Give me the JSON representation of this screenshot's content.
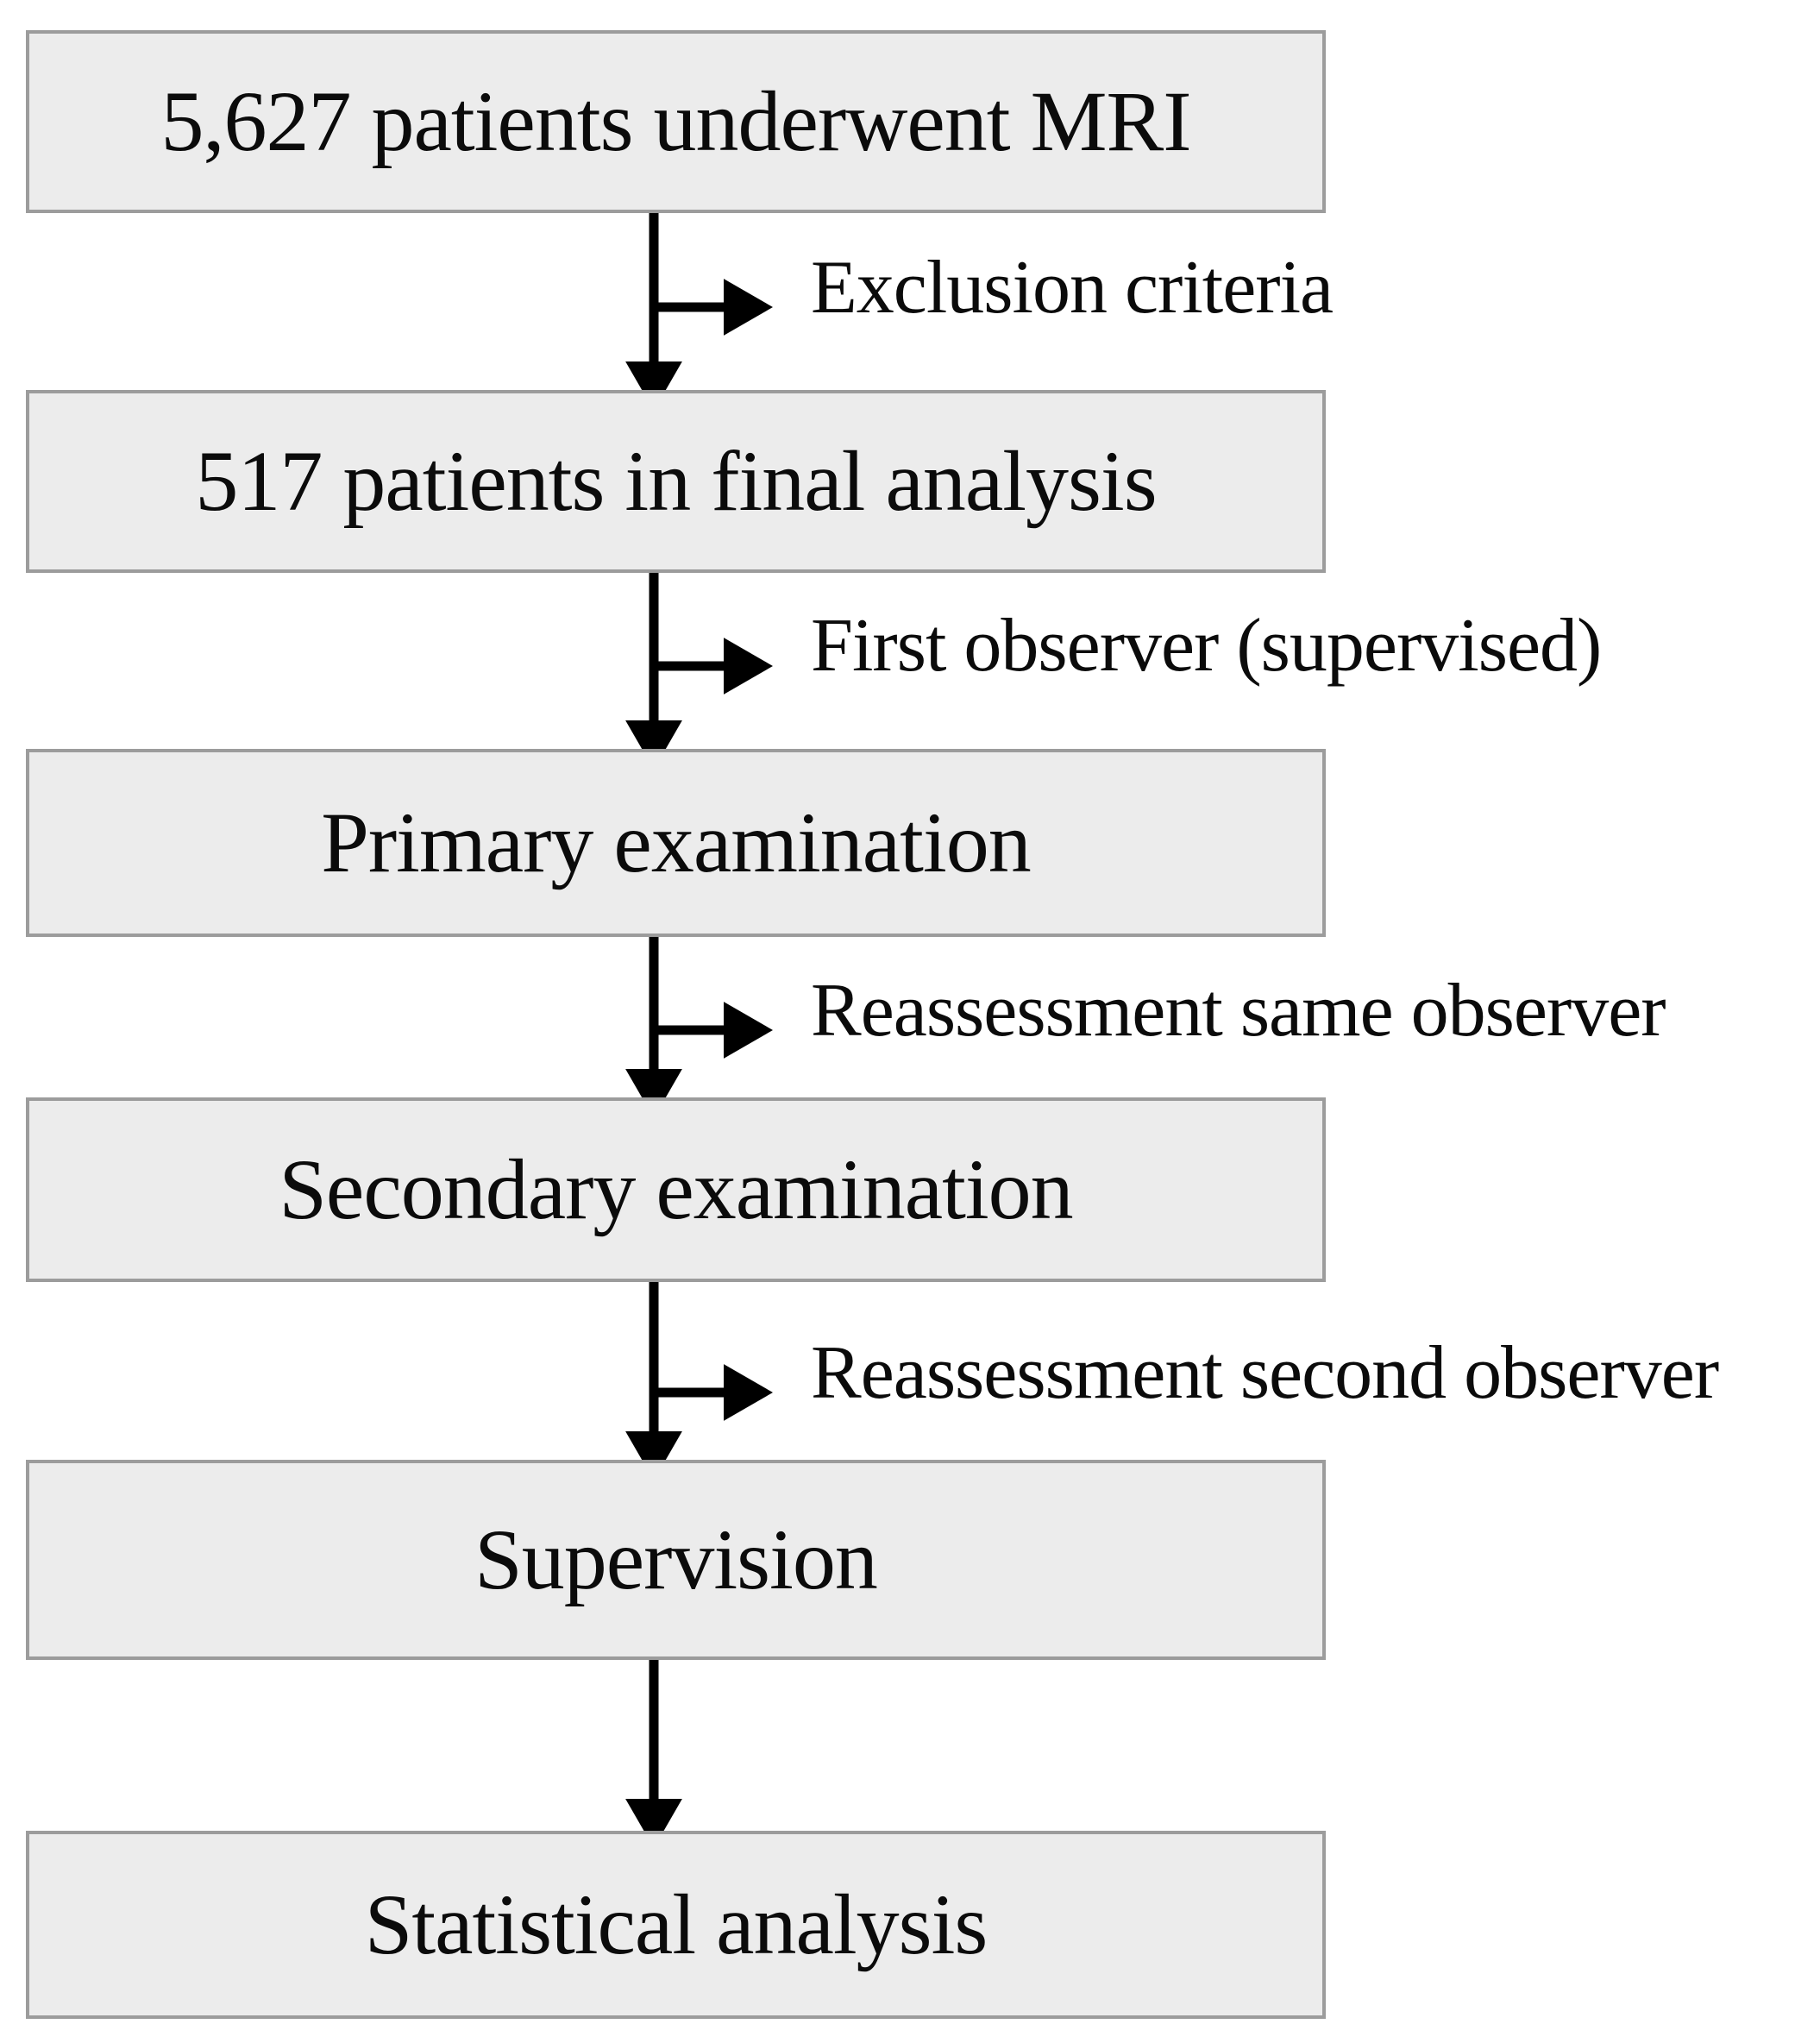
{
  "diagram": {
    "type": "flowchart",
    "orientation": "vertical",
    "title": "",
    "colors": {
      "box_fill": "#ececec",
      "box_border": "#9c9c9c",
      "text": "#0b0b0b",
      "arrow": "#000000",
      "background": "#ffffff"
    },
    "nodes": [
      {
        "id": "node-0",
        "label": "5,627 patients underwent MRI"
      },
      {
        "id": "node-1",
        "label": "517 patients in final analysis"
      },
      {
        "id": "node-2",
        "label": "Primary examination"
      },
      {
        "id": "node-3",
        "label": "Secondary examination"
      },
      {
        "id": "node-4",
        "label": "Supervision"
      },
      {
        "id": "node-5",
        "label": "Statistical analysis"
      }
    ],
    "edges": [
      {
        "id": "edge-0",
        "from": "node-0",
        "to": "node-1",
        "label": "Exclusion criteria",
        "has_branch": true
      },
      {
        "id": "edge-1",
        "from": "node-1",
        "to": "node-2",
        "label": "First observer (supervised)",
        "has_branch": true
      },
      {
        "id": "edge-2",
        "from": "node-2",
        "to": "node-3",
        "label": "Reassessment same observer",
        "has_branch": true
      },
      {
        "id": "edge-3",
        "from": "node-3",
        "to": "node-4",
        "label": "Reassessment second observer",
        "has_branch": true
      },
      {
        "id": "edge-4",
        "from": "node-4",
        "to": "node-5",
        "label": "",
        "has_branch": false
      }
    ]
  }
}
